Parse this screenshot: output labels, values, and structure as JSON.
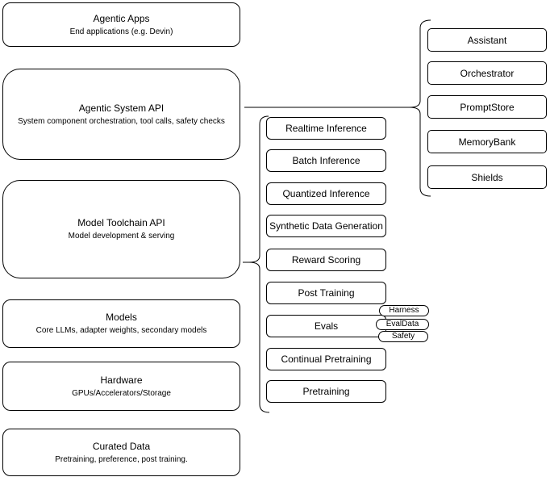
{
  "diagram": {
    "left_column": [
      {
        "title": "Agentic Apps",
        "subtitle": "End applications (e.g. Devin)"
      },
      {
        "title": "Agentic System API",
        "subtitle": "System component orchestration, tool calls, safety checks"
      },
      {
        "title": "Model Toolchain API",
        "subtitle": "Model development & serving"
      },
      {
        "title": "Models",
        "subtitle": "Core LLMs, adapter weights, secondary models"
      },
      {
        "title": "Hardware",
        "subtitle": "GPUs/Accelerators/Storage"
      },
      {
        "title": "Curated Data",
        "subtitle": "Pretraining, preference, post training."
      }
    ],
    "toolchain_items": [
      "Realtime Inference",
      "Batch Inference",
      "Quantized Inference",
      "Synthetic Data Generation",
      "Reward Scoring",
      "Post Training",
      "Evals",
      "Continual Pretraining",
      "Pretraining"
    ],
    "eval_badges": [
      "Harness",
      "EvalData",
      "Safety"
    ],
    "system_components": [
      "Assistant",
      "Orchestrator",
      "PromptStore",
      "MemoryBank",
      "Shields"
    ],
    "colors": {
      "stroke": "#000000",
      "fill": "#ffffff",
      "text": "#000000"
    }
  }
}
